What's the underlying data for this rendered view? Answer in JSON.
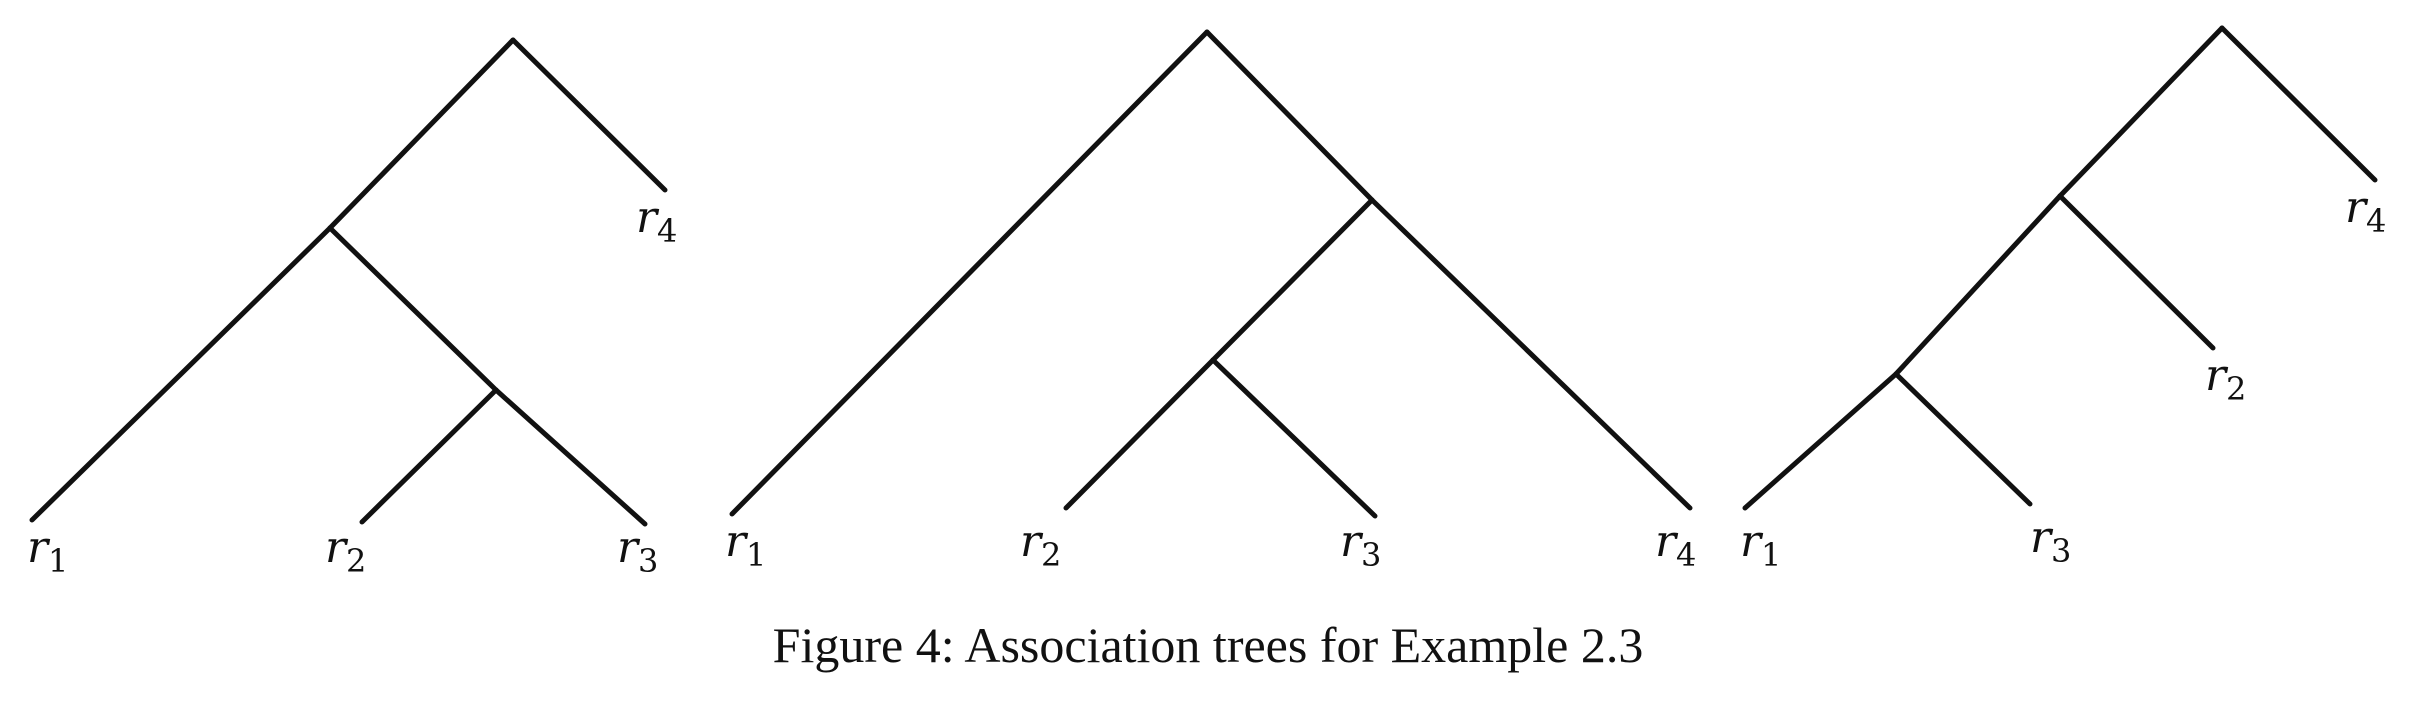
{
  "caption": "Figure 4: Association trees for Example 2.3",
  "trees": [
    {
      "leaves": [
        {
          "base": "r",
          "sub": "1"
        },
        {
          "base": "r",
          "sub": "2"
        },
        {
          "base": "r",
          "sub": "3"
        },
        {
          "base": "r",
          "sub": "4"
        }
      ]
    },
    {
      "leaves": [
        {
          "base": "r",
          "sub": "1"
        },
        {
          "base": "r",
          "sub": "2"
        },
        {
          "base": "r",
          "sub": "3"
        },
        {
          "base": "r",
          "sub": "4"
        }
      ]
    },
    {
      "leaves": [
        {
          "base": "r",
          "sub": "1"
        },
        {
          "base": "r",
          "sub": "3"
        },
        {
          "base": "r",
          "sub": "2"
        },
        {
          "base": "r",
          "sub": "4"
        }
      ]
    }
  ]
}
